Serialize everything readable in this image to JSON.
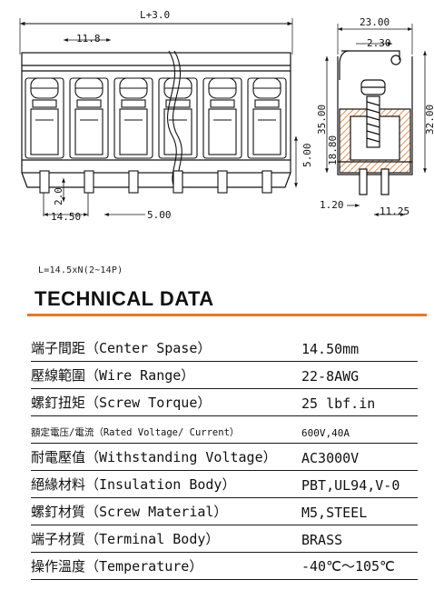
{
  "dimensions": {
    "overall_length": "L+3.0",
    "pin_offset": "11.8",
    "top_width": "23.00",
    "screw_offset": "2.30",
    "height_35": "35.00",
    "height_18": "18.80",
    "height_32": "32.00",
    "pin_length": "5.00",
    "pin_small": "2.0",
    "pitch": "14.50",
    "bottom_5": "5.00",
    "pin_width": "1.20",
    "bottom_width": "11.25"
  },
  "formula": "L=14.5xN(2~14P)",
  "section_title": "TECHNICAL DATA",
  "colors": {
    "accent": "#e87722",
    "text": "#111111"
  },
  "specs": [
    {
      "label": "端子間距（Center Spase）",
      "value": "14.50mm",
      "small": false
    },
    {
      "label": "壓線範圍（Wire Range）",
      "value": "22-8AWG",
      "small": false
    },
    {
      "label": "螺釘扭矩（Screw Torque）",
      "value": "25 lbf.in",
      "small": false
    },
    {
      "label": "額定電压/電流（Rated Voltage/ Current）",
      "value": "600V,40A",
      "small": true
    },
    {
      "label": "耐電壓值（Withstanding Voltage）",
      "value": "AC3000V",
      "small": false
    },
    {
      "label": "絕緣材料（Insulation Body）",
      "value": "PBT,UL94,V-0",
      "small": false
    },
    {
      "label": "螺釘材質（Screw Material）",
      "value": "M5,STEEL",
      "small": false
    },
    {
      "label": "端子材質（Terminal Body）",
      "value": "BRASS",
      "small": false
    },
    {
      "label": "操作溫度（Temperature）",
      "value": "-40℃～105℃",
      "small": false
    }
  ]
}
